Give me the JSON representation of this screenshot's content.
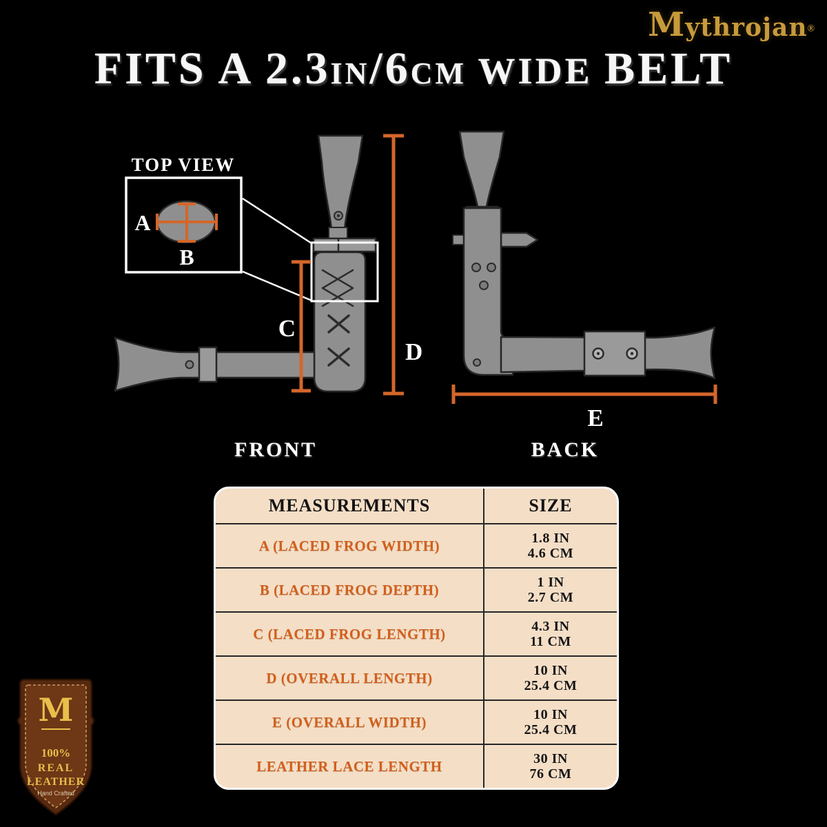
{
  "colors": {
    "background": "#000000",
    "accent_orange": "#D4662A",
    "table_bg": "#F4DEC6",
    "table_text_orange": "#D2601D",
    "gold": "#C79A3B",
    "diagram_gray": "#8F8F8F"
  },
  "brand": {
    "name": "Mythrojan",
    "registered": "®"
  },
  "title": {
    "full": "FITS A 2.3IN/6CM WIDE BELT",
    "seg_a": "FITS A 2.3",
    "seg_b": "IN",
    "seg_c": "/6",
    "seg_d": "CM",
    "seg_e": " WIDE ",
    "seg_f": "BELT"
  },
  "diagram": {
    "top_view": "TOP VIEW",
    "front": "FRONT",
    "back": "BACK",
    "dim_a": "A",
    "dim_b": "B",
    "dim_c": "C",
    "dim_d": "D",
    "dim_e": "E"
  },
  "table": {
    "headers": [
      "MEASUREMENTS",
      "SIZE"
    ],
    "rows": [
      {
        "measurement": "A (LACED FROG WIDTH)",
        "in": "1.8 IN",
        "cm": "4.6 CM"
      },
      {
        "measurement": "B (LACED FROG DEPTH)",
        "in": "1 IN",
        "cm": "2.7 CM"
      },
      {
        "measurement": "C (LACED FROG LENGTH)",
        "in": "4.3 IN",
        "cm": "11 CM"
      },
      {
        "measurement": "D (OVERALL LENGTH)",
        "in": "10 IN",
        "cm": "25.4 CM"
      },
      {
        "measurement": "E (OVERALL WIDTH)",
        "in": "10 IN",
        "cm": "25.4 CM"
      },
      {
        "measurement": "LEATHER LACE LENGTH",
        "in": "30 IN",
        "cm": "76 CM"
      }
    ]
  },
  "badge": {
    "monogram": "M",
    "percent": "100%",
    "line1": "REAL",
    "line2": "LEATHER",
    "line3": "Hand Crafted"
  }
}
